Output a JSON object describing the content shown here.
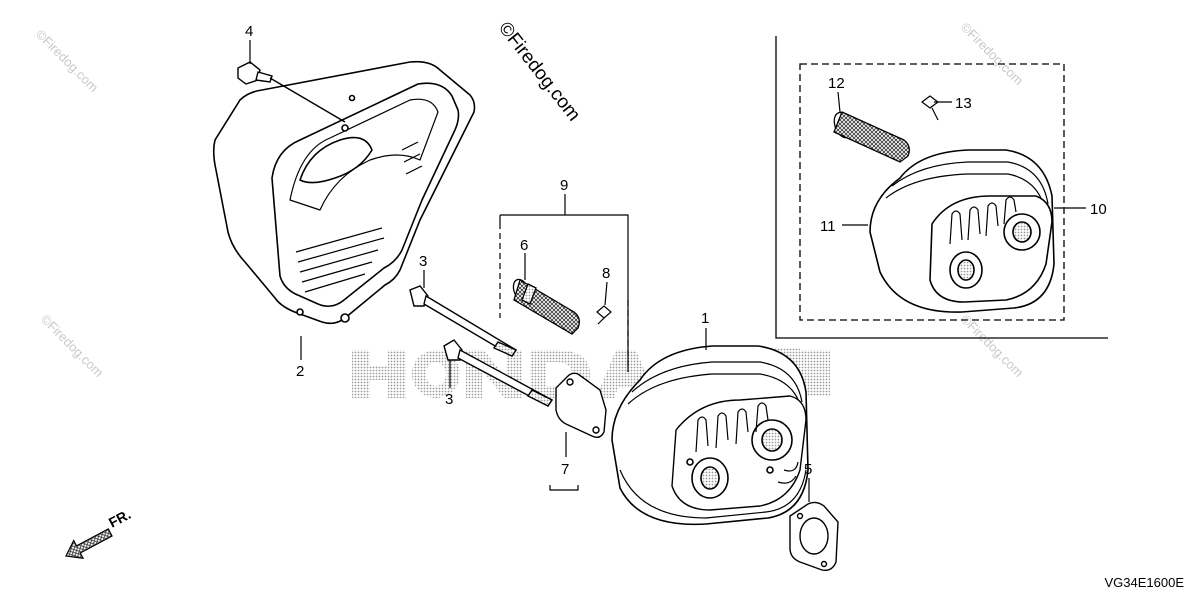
{
  "watermark_text": "©Firedog.com",
  "brand_watermark": "©Firedog.com",
  "diagram_code": "VG34E1600E",
  "direction_label": "FR.",
  "callouts": {
    "c1": "1",
    "c2": "2",
    "c3a": "3",
    "c3b": "3",
    "c4": "4",
    "c5": "5",
    "c6": "6",
    "c7": "7",
    "c8": "8",
    "c9": "9",
    "c10": "10",
    "c11": "11",
    "c12": "12",
    "c13": "13"
  }
}
